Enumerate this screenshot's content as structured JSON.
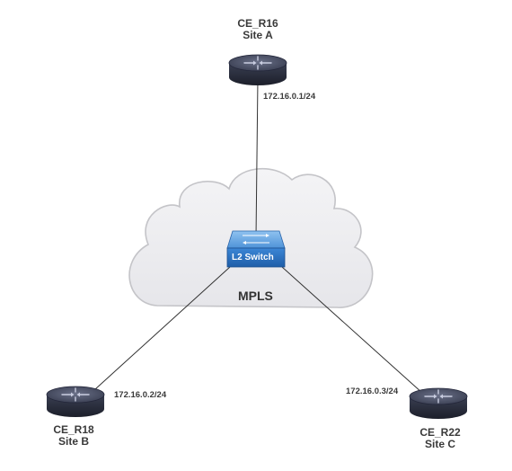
{
  "devices": {
    "r16": {
      "name": "CE_R16",
      "site": "Site A",
      "ip": "172.16.0.1/24"
    },
    "r18": {
      "name": "CE_R18",
      "site": "Site B",
      "ip": "172.16.0.2/24"
    },
    "r22": {
      "name": "CE_R22",
      "site": "Site C",
      "ip": "172.16.0.3/24"
    }
  },
  "switch": {
    "label": "L2 Switch"
  },
  "cloud": {
    "label": "MPLS"
  },
  "colors": {
    "router_body": "#2b2f3e",
    "router_top": "#4d5366",
    "switch_blue": "#2f72c4",
    "cloud_fill": "#f0f0f2",
    "cloud_stroke": "#c8c8cc",
    "link": "#333333"
  }
}
